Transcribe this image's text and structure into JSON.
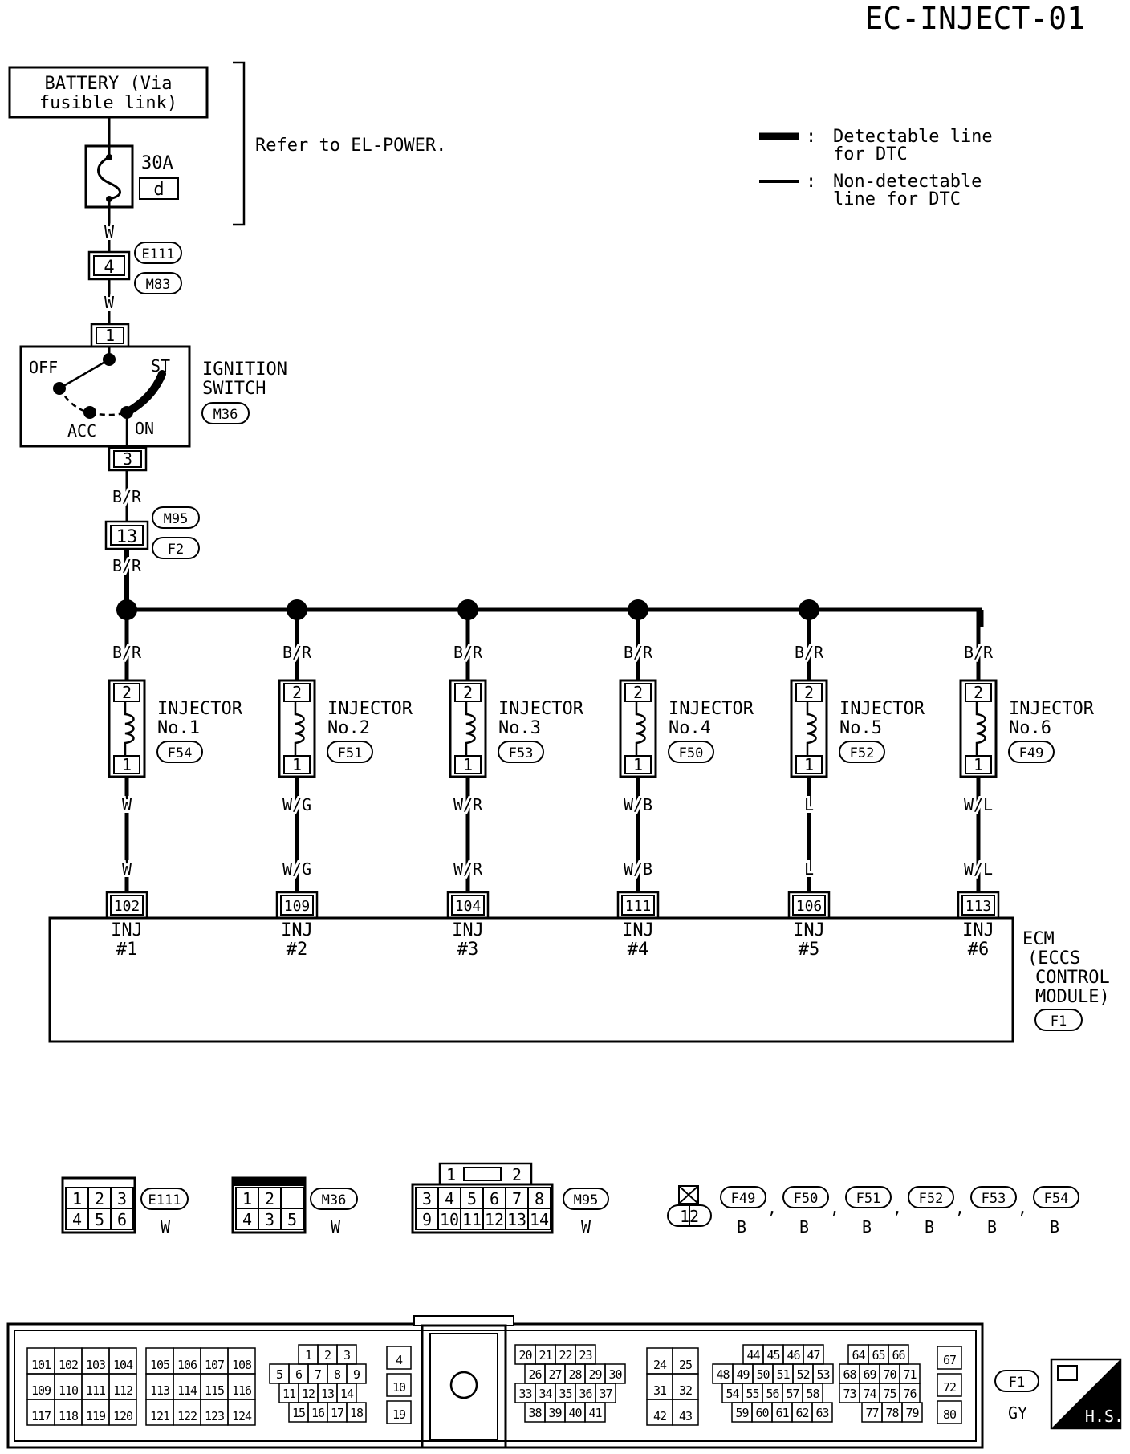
{
  "page_code": "EC-INJECT-01",
  "battery": {
    "line1": "BATTERY (Via",
    "line2": "fusible link)"
  },
  "fuse": {
    "rating": "30A",
    "id": "d"
  },
  "refer_note": "Refer to EL-POWER.",
  "legend": {
    "detectable_line1": "Detectable line",
    "detectable_line2": "for DTC",
    "non_detectable_line1": "Non-detectable",
    "non_detectable_line2": "line for DTC",
    "colon": ":"
  },
  "wire_fuse_out": "W",
  "joint_connector": {
    "pin": "4",
    "conn_a": "E111",
    "conn_b": "M83"
  },
  "wire_to_switch": "W",
  "ignition_switch": {
    "in_pin": "1",
    "out_pin": "3",
    "pos_off": "OFF",
    "pos_st": "ST",
    "pos_acc": "ACC",
    "pos_on": "ON",
    "label1": "IGNITION",
    "label2": "SWITCH",
    "connector": "M36"
  },
  "wire_switch_out": "B/R",
  "joint_connector2": {
    "pin": "13",
    "conn_a": "M95",
    "conn_b": "F2"
  },
  "wire_bus": "B/R",
  "injectors": [
    {
      "wire_in": "B/R",
      "pin_top": "2",
      "pin_bottom": "1",
      "label1": "INJECTOR",
      "label2": "No.1",
      "connector": "F54",
      "wire_out": "W",
      "wire_ecm": "W",
      "ecm_pin": "102",
      "ecm_label1": "INJ",
      "ecm_label2": "#1"
    },
    {
      "wire_in": "B/R",
      "pin_top": "2",
      "pin_bottom": "1",
      "label1": "INJECTOR",
      "label2": "No.2",
      "connector": "F51",
      "wire_out": "W/G",
      "wire_ecm": "W/G",
      "ecm_pin": "109",
      "ecm_label1": "INJ",
      "ecm_label2": "#2"
    },
    {
      "wire_in": "B/R",
      "pin_top": "2",
      "pin_bottom": "1",
      "label1": "INJECTOR",
      "label2": "No.3",
      "connector": "F53",
      "wire_out": "W/R",
      "wire_ecm": "W/R",
      "ecm_pin": "104",
      "ecm_label1": "INJ",
      "ecm_label2": "#3"
    },
    {
      "wire_in": "B/R",
      "pin_top": "2",
      "pin_bottom": "1",
      "label1": "INJECTOR",
      "label2": "No.4",
      "connector": "F50",
      "wire_out": "W/B",
      "wire_ecm": "W/B",
      "ecm_pin": "111",
      "ecm_label1": "INJ",
      "ecm_label2": "#4"
    },
    {
      "wire_in": "B/R",
      "pin_top": "2",
      "pin_bottom": "1",
      "label1": "INJECTOR",
      "label2": "No.5",
      "connector": "F52",
      "wire_out": "L",
      "wire_ecm": "L",
      "ecm_pin": "106",
      "ecm_label1": "INJ",
      "ecm_label2": "#5"
    },
    {
      "wire_in": "B/R",
      "pin_top": "2",
      "pin_bottom": "1",
      "label1": "INJECTOR",
      "label2": "No.6",
      "connector": "F49",
      "wire_out": "W/L",
      "wire_ecm": "W/L",
      "ecm_pin": "113",
      "ecm_label1": "INJ",
      "ecm_label2": "#6"
    }
  ],
  "ecm": {
    "line1": "ECM",
    "line2": "(ECCS",
    "line3": "CONTROL",
    "line4": "MODULE)",
    "connector": "F1"
  },
  "connector_views": {
    "e111": {
      "connector": "E111",
      "color": "W",
      "rows": [
        [
          "1",
          "2",
          "3"
        ],
        [
          "4",
          "5",
          "6"
        ]
      ]
    },
    "m36": {
      "connector": "M36",
      "color": "W",
      "rows": [
        [
          "1",
          "2",
          ""
        ],
        [
          "4",
          "3",
          "5"
        ]
      ]
    },
    "m95": {
      "connector": "M95",
      "color": "W",
      "top": [
        "1",
        "2"
      ],
      "rows": [
        [
          "3",
          "4",
          "5",
          "6",
          "7",
          "8"
        ],
        [
          "9",
          "10",
          "11",
          "12",
          "13",
          "14"
        ]
      ]
    },
    "injector": {
      "pins": "12",
      "sep": ",",
      "connectors": [
        "F49",
        "F50",
        "F51",
        "F52",
        "F53",
        "F54"
      ],
      "colors": [
        "B",
        "B",
        "B",
        "B",
        "B",
        "B"
      ]
    },
    "f1": {
      "connector": "F1",
      "color": "GY",
      "hs": "H.S.",
      "g1": [
        [
          "101",
          "102",
          "103",
          "104"
        ],
        [
          "109",
          "110",
          "111",
          "112"
        ],
        [
          "117",
          "118",
          "119",
          "120"
        ]
      ],
      "g2": [
        [
          "105",
          "106",
          "107",
          "108"
        ],
        [
          "113",
          "114",
          "115",
          "116"
        ],
        [
          "121",
          "122",
          "123",
          "124"
        ]
      ],
      "g3": [
        [
          "1",
          "2",
          "3"
        ],
        [
          "5",
          "6",
          "7",
          "8",
          "9"
        ],
        [
          "11",
          "12",
          "13",
          "14"
        ],
        [
          "15",
          "16",
          "17",
          "18"
        ]
      ],
      "g4": [
        "4",
        "10",
        "19"
      ],
      "g5": [
        [
          "20",
          "21",
          "22",
          "23"
        ],
        [
          "26",
          "27",
          "28",
          "29",
          "30"
        ],
        [
          "33",
          "34",
          "35",
          "36",
          "37"
        ],
        [
          "38",
          "39",
          "40",
          "41"
        ]
      ],
      "g6": [
        [
          "24",
          "25"
        ],
        [
          "31",
          "32"
        ],
        [
          "42",
          "43"
        ]
      ],
      "g7": [
        [
          "44",
          "45",
          "46",
          "47"
        ],
        [
          "48",
          "49",
          "50",
          "51",
          "52",
          "53"
        ],
        [
          "54",
          "55",
          "56",
          "57",
          "58"
        ],
        [
          "59",
          "60",
          "61",
          "62",
          "63"
        ]
      ],
      "g8": [
        [
          "64",
          "65",
          "66"
        ],
        [
          "68",
          "69",
          "70",
          "71"
        ],
        [
          "73",
          "74",
          "75",
          "76"
        ],
        [
          "77",
          "78",
          "79"
        ]
      ],
      "g9": [
        "67",
        "72",
        "80"
      ]
    }
  }
}
